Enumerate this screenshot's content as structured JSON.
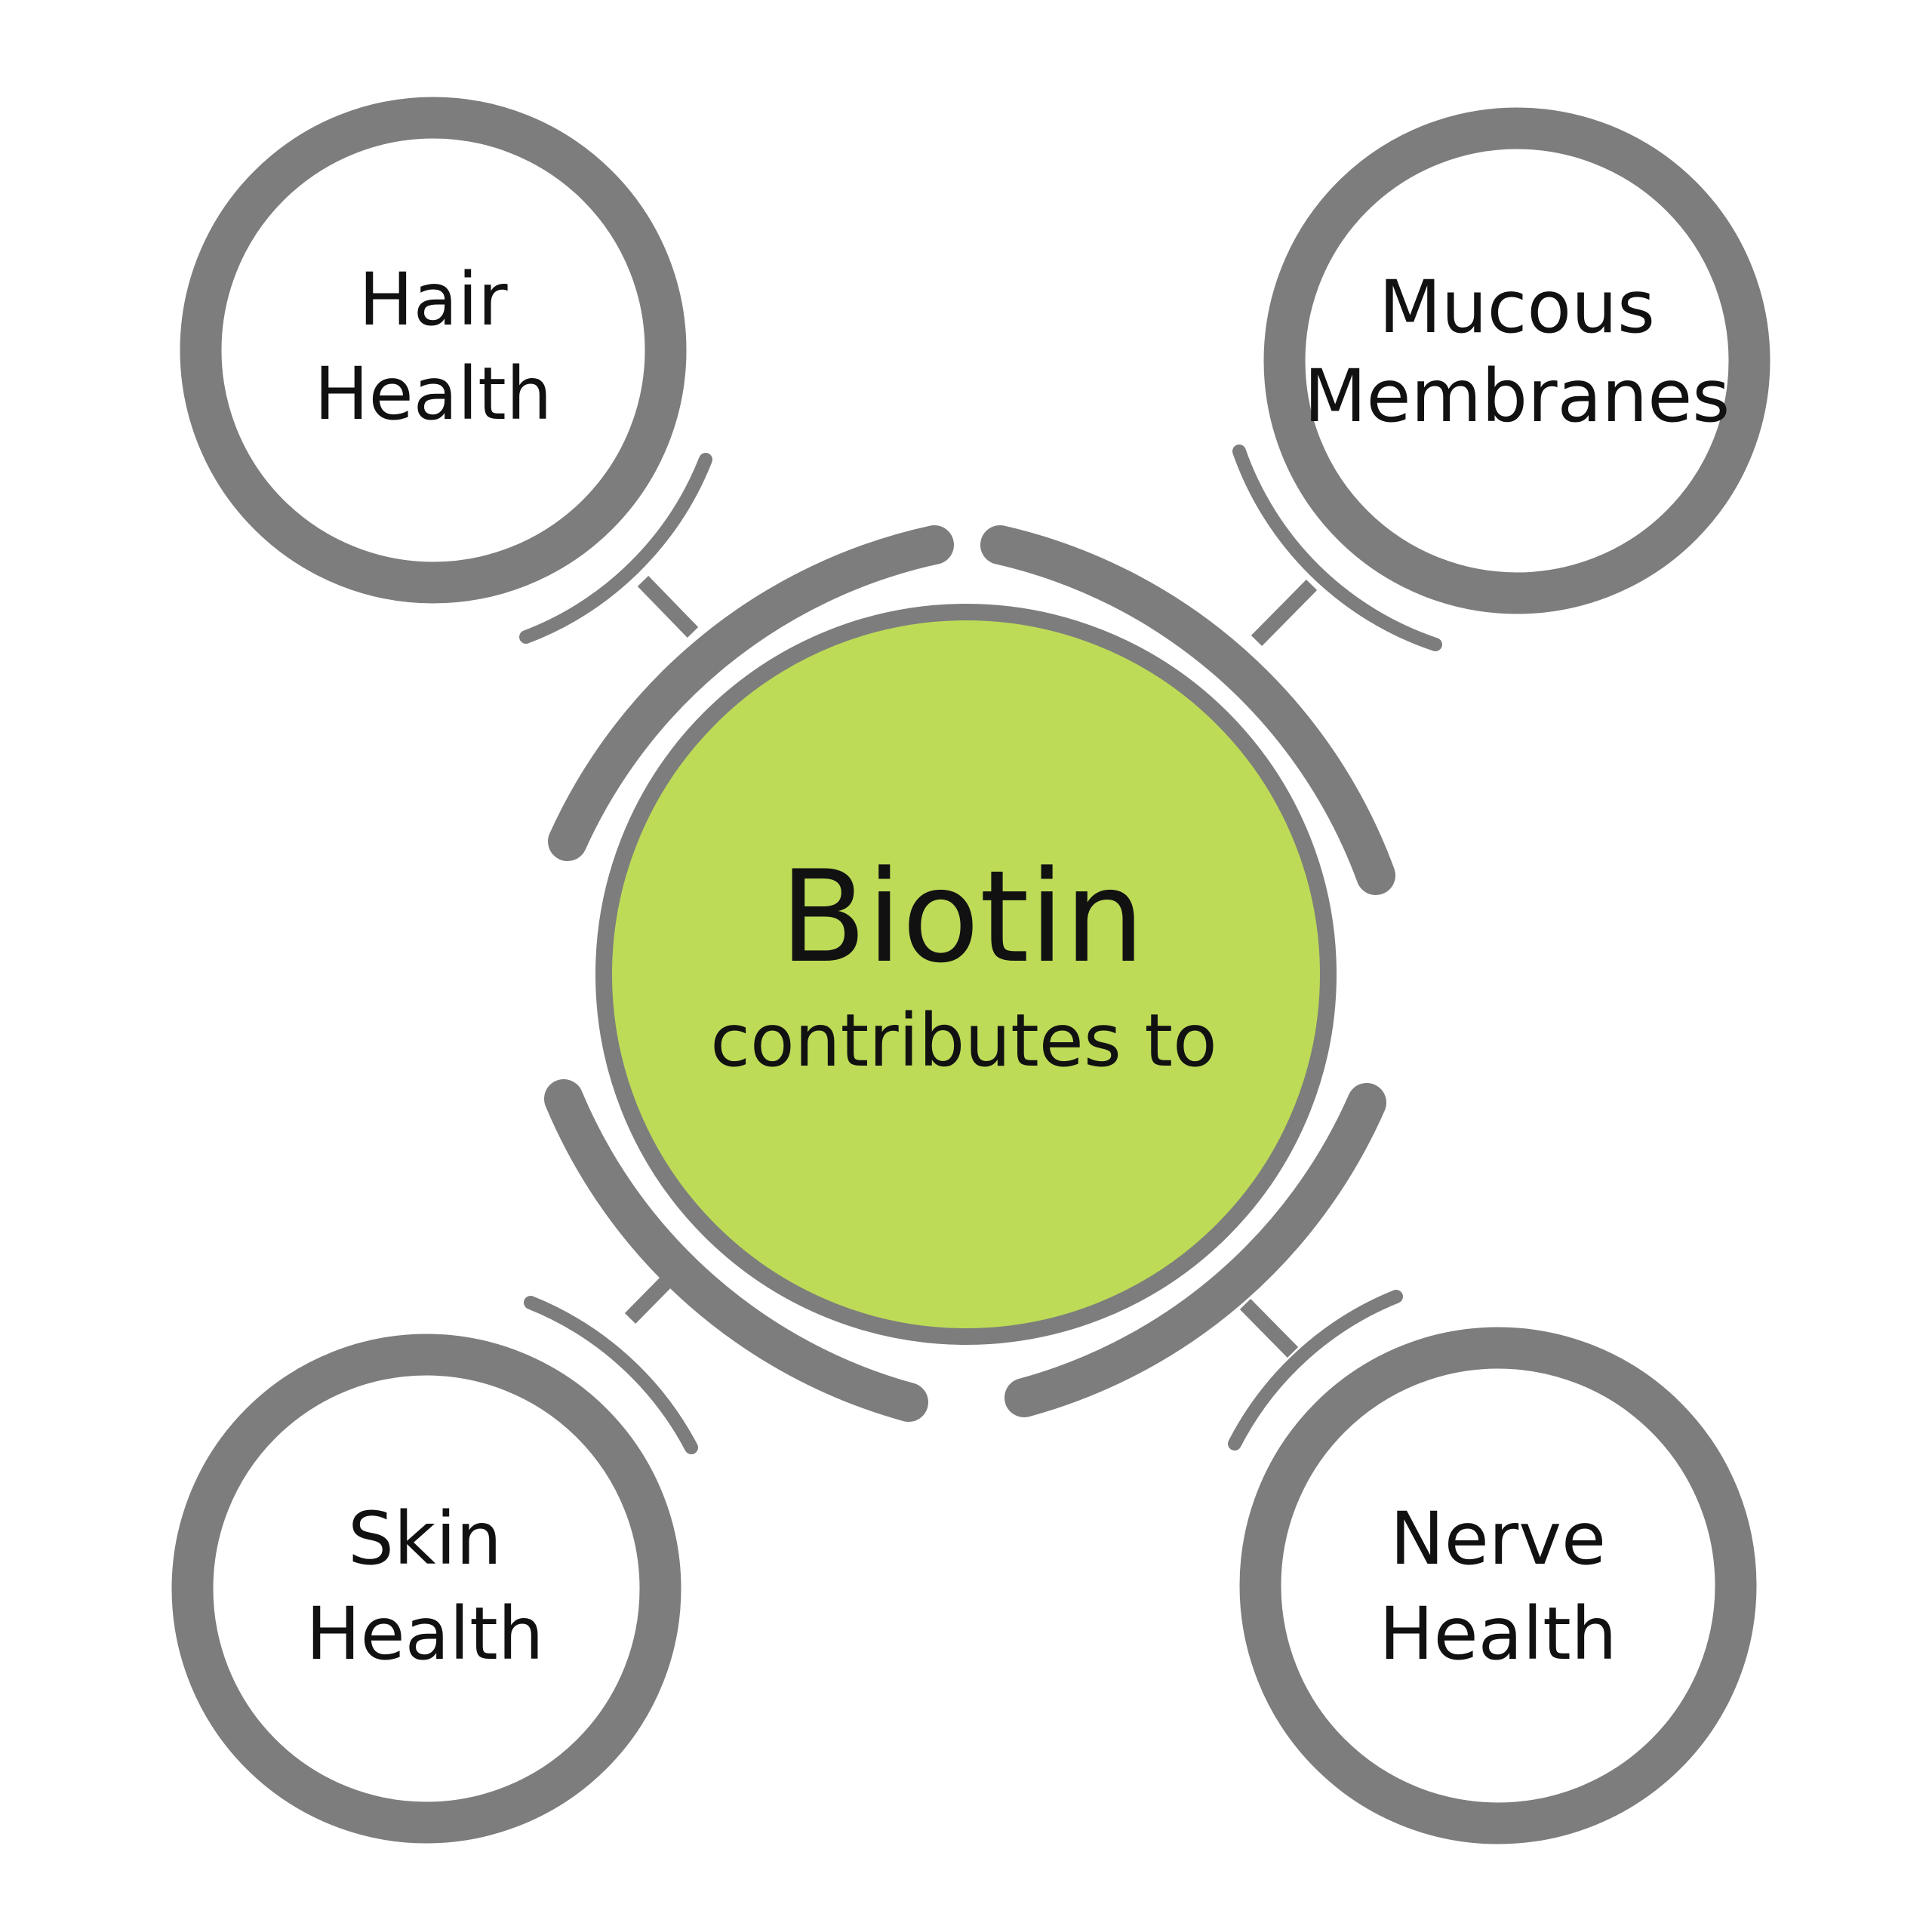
{
  "center": {
    "title": "Biotin",
    "subtitle": "contributes to"
  },
  "nodes": [
    {
      "line1": "Hair",
      "line2": "Health"
    },
    {
      "line1": "Mucous",
      "line2": "Membranes"
    },
    {
      "line1": "Skin",
      "line2": "Health"
    },
    {
      "line1": "Nerve",
      "line2": "Health"
    }
  ],
  "colors": {
    "center_fill": "#bddb57",
    "outline": "#7d7d7d",
    "text": "#111111",
    "background": "#ffffff"
  }
}
